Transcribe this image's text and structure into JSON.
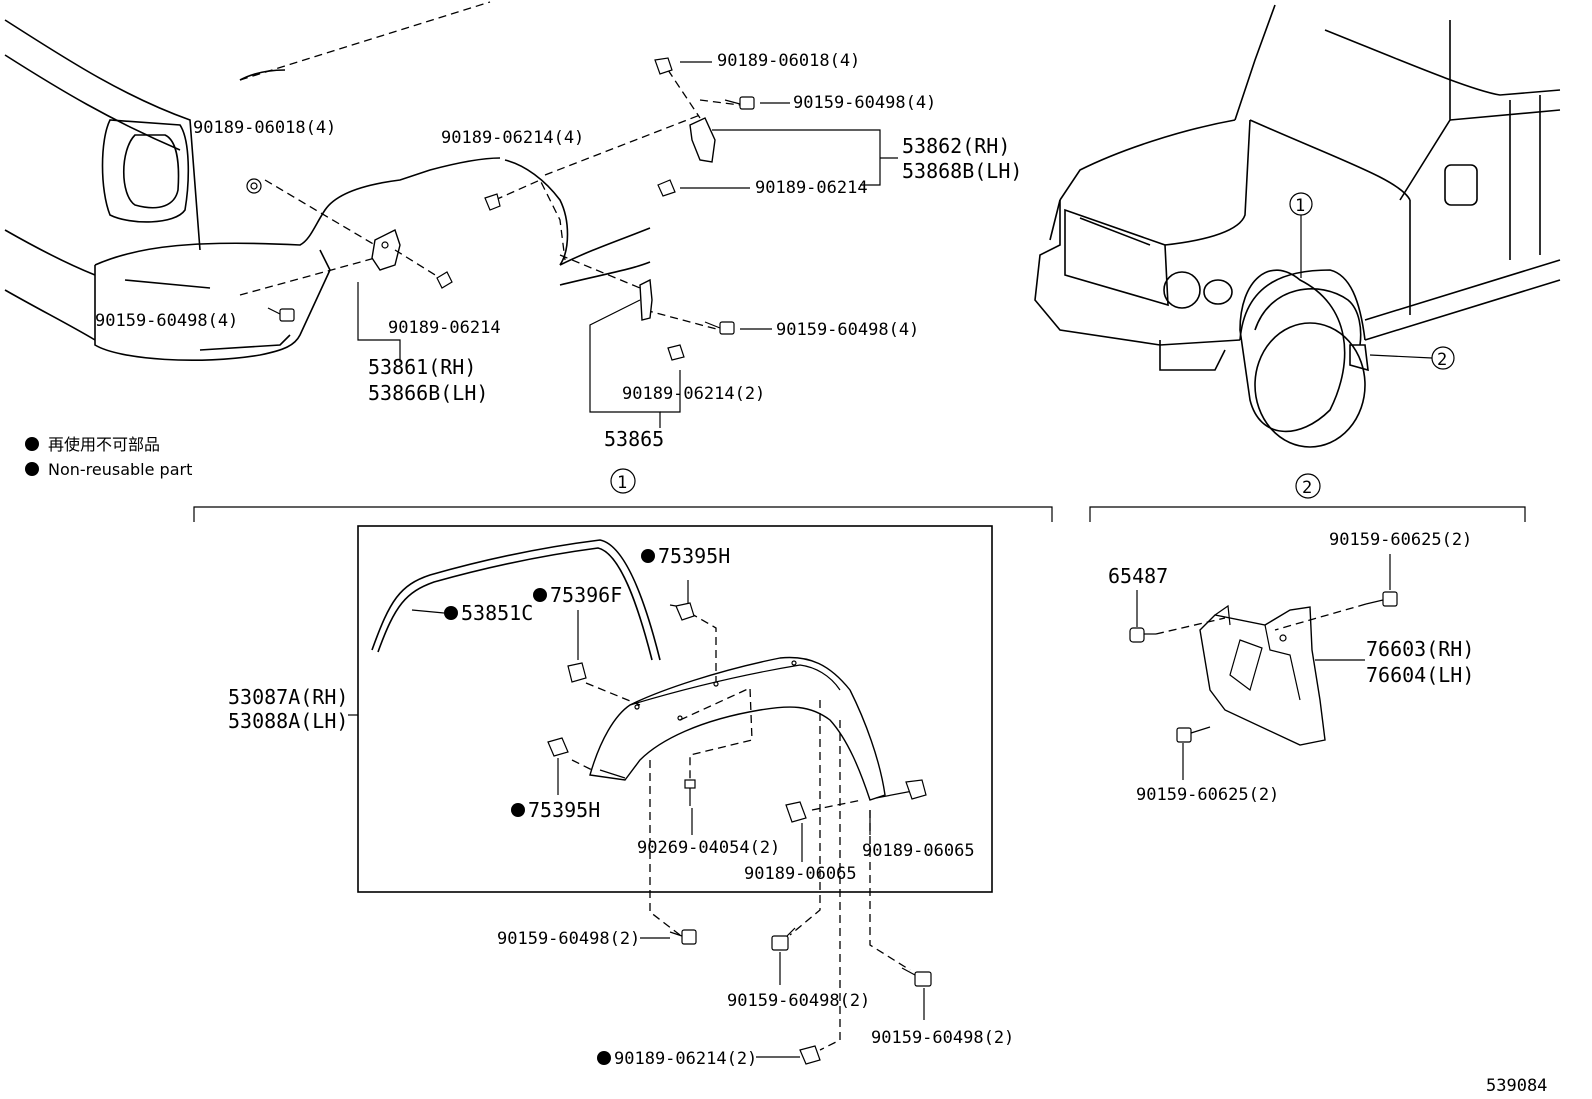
{
  "labels": {
    "tl_clip_top": "90189-06018(4)",
    "tl_bolt_left": "90159-60498(4)",
    "tl_clip_mid": "90189-06214",
    "bracket_53861_rh": "53861(RH)",
    "bracket_53866_lh": "53866B(LH)",
    "clip_06214_4": "90189-06214(4)",
    "clip_06018_4_top": "90189-06018(4)",
    "bolt_60498_4_top": "90159-60498(4)",
    "bracket_53862_rh": "53862(RH)",
    "bracket_53868_lh": "53868B(LH)",
    "clip_06214_single": "90189-06214",
    "bolt_60498_4_mid": "90159-60498(4)",
    "clip_06214_2": "90189-06214(2)",
    "part_53865": "53865",
    "part_75395H_top": "75395H",
    "part_75396F": "75396F",
    "part_53851C": "53851C",
    "flare_53087A_rh": "53087A(RH)",
    "flare_53088A_lh": "53088A(LH)",
    "part_75395H_bottom": "75395H",
    "screw_90269": "90269-04054(2)",
    "clip_06065_a": "90189-06065",
    "clip_06065_b": "90189-06065",
    "bolt_60498_2_a": "90159-60498(2)",
    "bolt_60498_2_b": "90159-60498(2)",
    "bolt_60498_2_c": "90159-60498(2)",
    "clip_06214_2_bottom": "90189-06214(2)",
    "bolt_60625_top": "90159-60625(2)",
    "nut_65487": "65487",
    "mudflap_rh": "76603(RH)",
    "mudflap_lh": "76604(LH)",
    "bolt_60625_bottom": "90159-60625(2)"
  },
  "legend": {
    "non_reusable_jp": "再使用不可部品",
    "non_reusable_en": "Non-reusable part"
  },
  "callouts": {
    "one": "1",
    "two": "2"
  },
  "figure_id": "539084"
}
